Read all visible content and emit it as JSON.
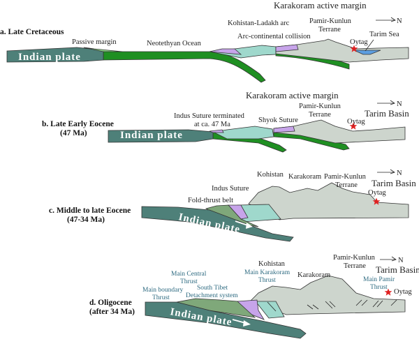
{
  "colors": {
    "indian_plate": "#4e8079",
    "oceanic_slab": "#1f8f22",
    "passive_margin": "#8fd98a",
    "arc": "#9fd8cc",
    "suture": "#c7a4ea",
    "terrane": "#cdd5cd",
    "tarim_sea": "#5c9ee0",
    "fold_thrust": "#7fa87a",
    "star": "#e02020",
    "fault_label_blue": "#2d6a80"
  },
  "north_arrow": "N",
  "panels": [
    {
      "id": "a",
      "title": "a. Late Cretaceous",
      "labels": {
        "header": "Karakoram active margin",
        "plate": "Indian  plate",
        "passive_margin": "Passive margin",
        "ocean": "Neotethyan Ocean",
        "arc": "Kohistan-Ladakh arc",
        "collision": "Arc-continental collision",
        "terrane_1": "Pamir-Kunlun",
        "terrane_2": "Terrane",
        "basin": "Tarim Sea",
        "locality": "Oytag"
      }
    },
    {
      "id": "b",
      "title_1": "b. Late Early Eocene",
      "title_2": "(47 Ma)",
      "labels": {
        "header": "Karakoram active margin",
        "plate": "Indian  plate",
        "suture_note_1": "Indus Suture terminated",
        "suture_note_2": "at ca. 47 Ma",
        "shyok": "Shyok Suture",
        "terrane_1": "Pamir-Kunlun",
        "terrane_2": "Terrane",
        "basin": "Tarim Basin",
        "locality": "Oytag"
      }
    },
    {
      "id": "c",
      "title_1": "c. Middle to late Eocene",
      "title_2": "(47-34 Ma)",
      "labels": {
        "plate": "Indian  plate",
        "fold_thrust": "Fold-thrust belt",
        "indus_suture": "Indus Suture",
        "kohistan": "Kohistan",
        "karakoram": "Karakoram",
        "terrane_1": "Pamir-Kunlun",
        "terrane_2": "Terrane",
        "basin": "Tarim Basin",
        "locality": "Oytag"
      }
    },
    {
      "id": "d",
      "title_1": "d. Oligocene",
      "title_2": "(after 34 Ma)",
      "labels": {
        "plate": "Indian  plate",
        "mbt_1": "Main boundary",
        "mbt_2": "Thrust",
        "mct_1": "Main Central",
        "mct_2": "Thrust",
        "stds_1": "South Tibet",
        "stds_2": "Detachment system",
        "kohistan": "Kohistan",
        "mkt_1": "Main Karakoram",
        "mkt_2": "Thrust",
        "karakoram": "Karakoram",
        "terrane_1": "Pamir-Kunlun",
        "terrane_2": "Terrane",
        "basin": "Tarim Basin",
        "mpt_1": "Main Pamir",
        "mpt_2": "Thrust",
        "locality": "Oytag"
      }
    }
  ]
}
